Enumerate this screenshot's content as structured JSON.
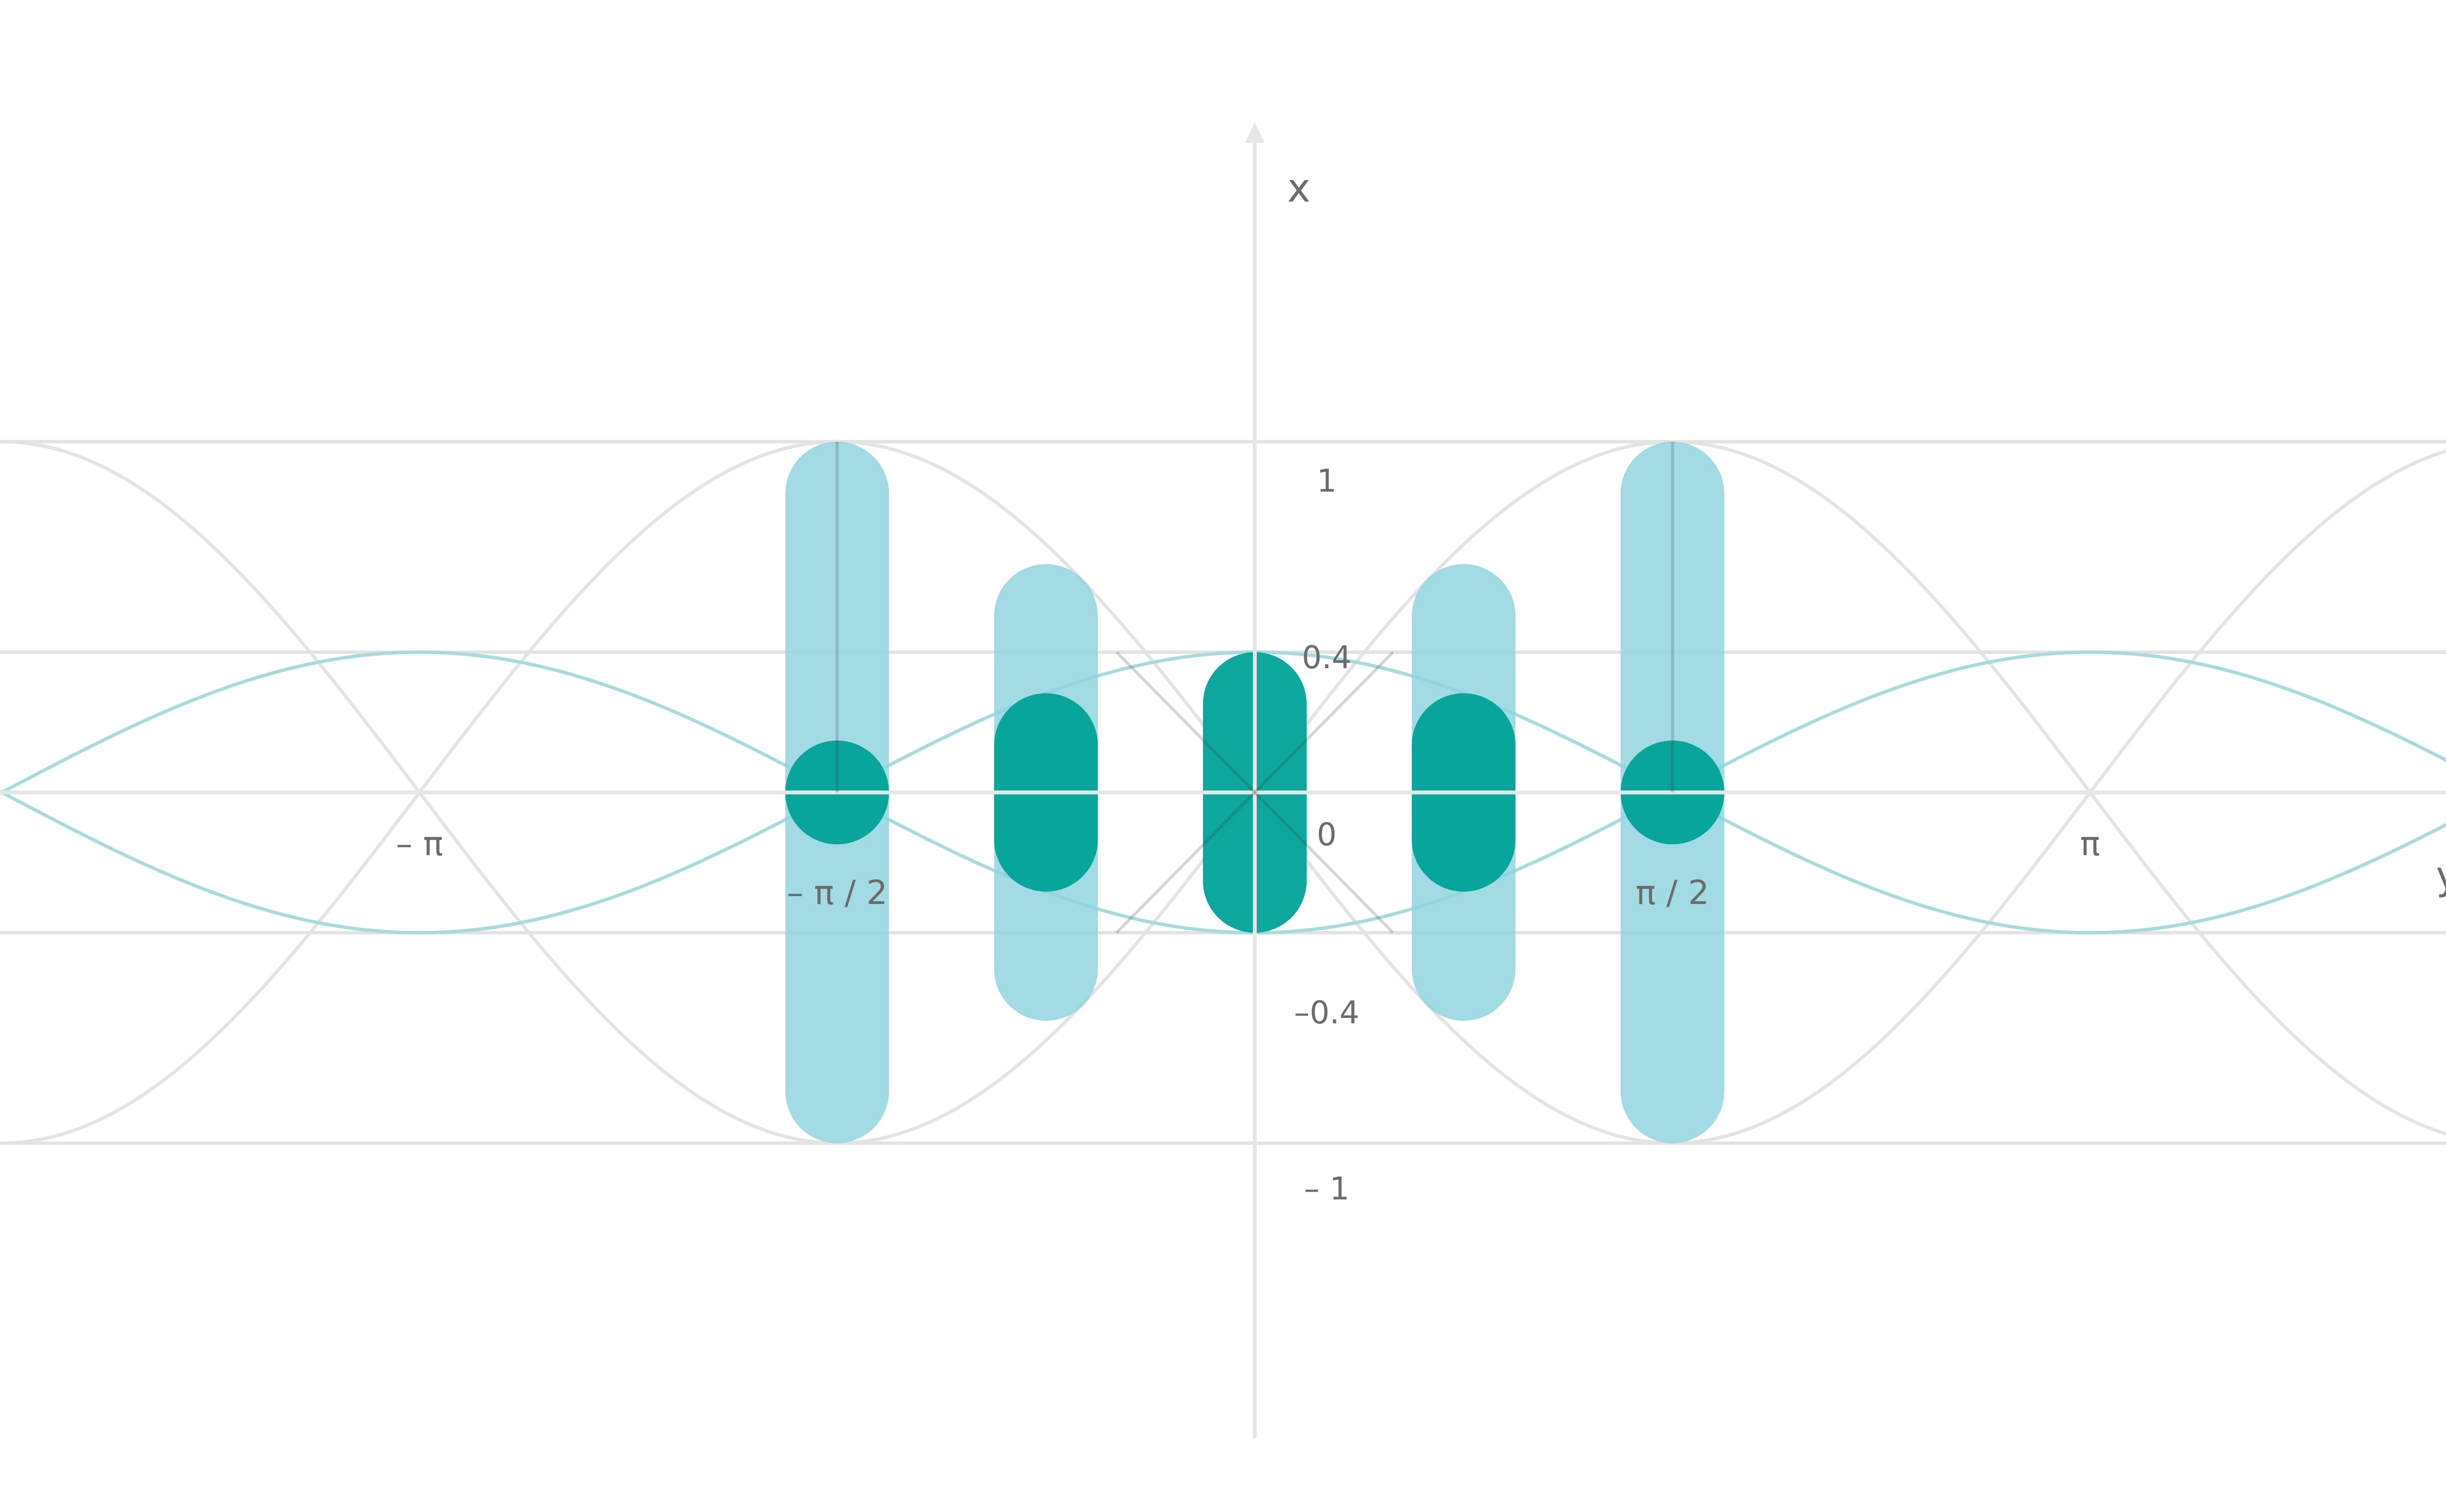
{
  "axes": {
    "vertical_label": "x",
    "horizontal_label": "y"
  },
  "horizontal_ticks": [
    {
      "label": "– π",
      "value": -3.14159
    },
    {
      "label": "– π / 2",
      "value": -1.5708
    },
    {
      "label": "π / 2",
      "value": 1.5708
    },
    {
      "label": "π",
      "value": 3.14159
    }
  ],
  "vertical_ticks": [
    {
      "label": "1",
      "value": 1
    },
    {
      "label": "0.4",
      "value": 0.4
    },
    {
      "label": "0",
      "value": 0
    },
    {
      "label": "–0.4",
      "value": -0.4
    },
    {
      "label": "– 1",
      "value": -1
    }
  ],
  "curves": [
    {
      "kind": "sin",
      "amplitude": 1,
      "color": "#e3e3e3"
    },
    {
      "kind": "sin",
      "amplitude": -1,
      "color": "#e3e3e3"
    },
    {
      "kind": "cos",
      "amplitude": 0.4,
      "color": "#a8dcdc"
    },
    {
      "kind": "cos",
      "amplitude": -0.4,
      "color": "#a8dcdc"
    }
  ],
  "outer_bars": [
    {
      "y": -1.5708,
      "top": 1,
      "bottom": -1
    },
    {
      "y": -0.7854,
      "top": 0.6511,
      "bottom": -0.6511
    },
    {
      "y": 0.7854,
      "top": 0.6511,
      "bottom": -0.6511
    },
    {
      "y": 1.5708,
      "top": 1,
      "bottom": -1
    }
  ],
  "inner_bars": [
    {
      "y": -1.5708,
      "top": 0.148,
      "bottom": -0.148
    },
    {
      "y": -0.7854,
      "top": 0.2828,
      "bottom": -0.2828
    },
    {
      "y": 0,
      "top": 0.4,
      "bottom": -0.4
    },
    {
      "y": 0.7854,
      "top": 0.2828,
      "bottom": -0.2828
    },
    {
      "y": 1.5708,
      "top": 0.148,
      "bottom": -0.148
    }
  ],
  "colors": {
    "axis": "#e6e6e6",
    "grid": "#e3e3e3",
    "outer_bar": "#8fd3df",
    "inner_bar": "#00a298",
    "label": "#6b6b6b"
  }
}
